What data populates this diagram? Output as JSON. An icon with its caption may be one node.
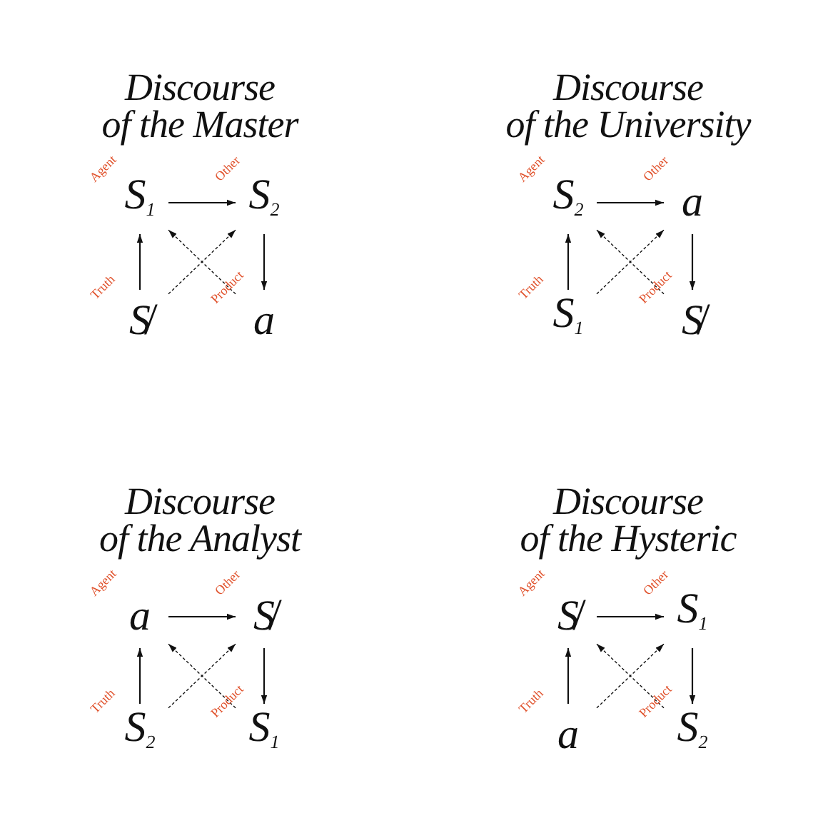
{
  "diagram": {
    "nodes": [
      {
        "text": [
          "S$_{1}$"
        ],
        "beside": [
          "Agent"
        ]
      },
      {
        "text": [
          "S$_{2}$"
        ],
        "beside": [
          "Other"
        ]
      },
      {
        "text": [
          "S̸"
        ],
        "beside": [
          "Truth"
        ]
      },
      {
        "text": [
          "a"
        ],
        "beside": [
          "Product"
        ]
      },
      {
        "text": [
          "S$_{2}$"
        ],
        "beside": [
          "Agent"
        ]
      },
      {
        "text": [
          "a"
        ],
        "beside": [
          "Other"
        ]
      },
      {
        "text": [
          "S$_{1}$"
        ],
        "beside": [
          "Truth"
        ]
      },
      {
        "text": [
          "S̸"
        ],
        "beside": [
          "Product"
        ]
      },
      {
        "text": [
          "a"
        ],
        "beside": [
          "Agent"
        ]
      },
      {
        "text": [
          "S̸"
        ],
        "beside": [
          "Other"
        ]
      },
      {
        "text": [
          "S$_{2}$"
        ],
        "beside": [
          "Truth"
        ]
      },
      {
        "text": [
          "S$_{1}$"
        ],
        "beside": [
          "Product"
        ]
      },
      {
        "text": [
          "S̸"
        ],
        "beside": [
          "Agent"
        ]
      },
      {
        "text": [
          "S$_{1}$"
        ],
        "beside": [
          "Other"
        ]
      },
      {
        "text": [
          "a"
        ],
        "beside": [
          "Truth"
        ]
      },
      {
        "text": [
          "S$_{2}$"
        ],
        "beside": [
          "Product"
        ]
      }
    ],
    "edges": [
      {
        "from": 2,
        "to": 0,
        "arrow": "to"
      },
      {
        "from": 0,
        "to": 1,
        "arrow": "to"
      },
      {
        "from": 1,
        "to": 3,
        "arrow": "to"
      },
      {
        "from": 3,
        "to": 0,
        "arrow": "to",
        "style": "dashed"
      },
      {
        "from": 2,
        "to": 1,
        "arrow": "to",
        "style": "dashed"
      },
      {
        "from": 6,
        "to": 4,
        "arrow": "to"
      },
      {
        "from": 4,
        "to": 5,
        "arrow": "to"
      },
      {
        "from": 5,
        "to": 7,
        "arrow": "to"
      },
      {
        "from": 7,
        "to": 4,
        "arrow": "to",
        "style": "dashed"
      },
      {
        "from": 6,
        "to": 5,
        "arrow": "to",
        "style": "dashed"
      },
      {
        "from": 10,
        "to": 8,
        "arrow": "to"
      },
      {
        "from": 8,
        "to": 9,
        "arrow": "to"
      },
      {
        "from": 9,
        "to": 11,
        "arrow": "to"
      },
      {
        "from": 11,
        "to": 8,
        "arrow": "to",
        "style": "dashed"
      },
      {
        "from": 10,
        "to": 9,
        "arrow": "to",
        "style": "dashed"
      },
      {
        "from": 14,
        "to": 12,
        "arrow": "to"
      },
      {
        "from": 12,
        "to": 13,
        "arrow": "to"
      },
      {
        "from": 13,
        "to": 15,
        "arrow": "to"
      },
      {
        "from": 15,
        "to": 12,
        "arrow": "to",
        "style": "dashed"
      },
      {
        "from": 14,
        "to": 13,
        "arrow": "to",
        "style": "dashed"
      }
    ],
    "labels": [
      "Discourse of the Master",
      "Discourse of the University",
      "Discourse of the Analyst",
      "Discourse of the Hysteric"
    ]
  }
}
